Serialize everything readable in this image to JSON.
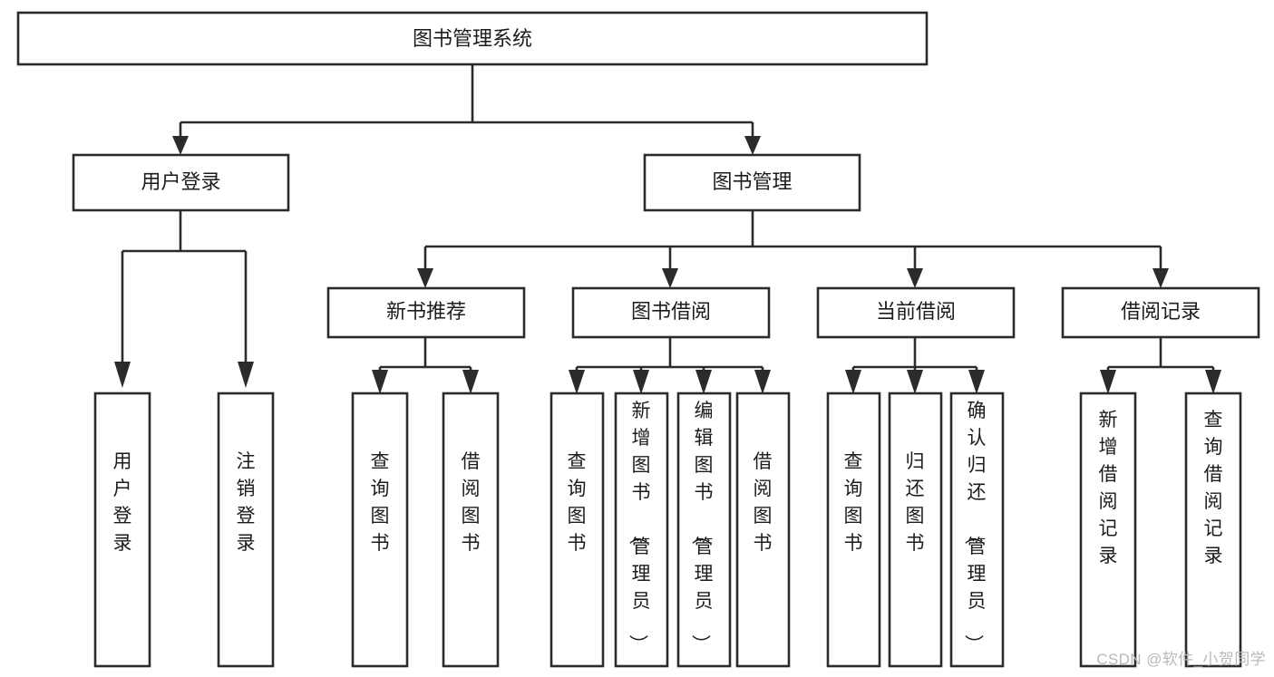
{
  "diagram": {
    "type": "tree",
    "title": "图书管理系统",
    "orientation": "top-down",
    "colors": {
      "stroke": "#2b2b2b",
      "box_fill": "#ffffff",
      "text": "#1c1c1c",
      "background": "#ffffff",
      "watermark": "#b9b9b9"
    },
    "root": {
      "label": "图书管理系统",
      "level": 0
    },
    "level1": [
      {
        "label": "用户登录"
      },
      {
        "label": "图书管理"
      }
    ],
    "level2": [
      {
        "label": "新书推荐",
        "parent": "图书管理"
      },
      {
        "label": "图书借阅",
        "parent": "图书管理"
      },
      {
        "label": "当前借阅",
        "parent": "图书管理"
      },
      {
        "label": "借阅记录",
        "parent": "图书管理"
      }
    ],
    "leaves": {
      "user_login": [
        {
          "label": "用户登录"
        },
        {
          "label": "注销登录"
        }
      ],
      "new_book_recommend": [
        {
          "label": "查询图书"
        },
        {
          "label": "借阅图书"
        }
      ],
      "book_borrow": [
        {
          "label": "查询图书"
        },
        {
          "label": "新增图书（管理员）"
        },
        {
          "label": "编辑图书（管理员）"
        },
        {
          "label": "借阅图书"
        }
      ],
      "current_borrow": [
        {
          "label": "查询图书"
        },
        {
          "label": "归还图书"
        },
        {
          "label": "确认归还（管理员）"
        }
      ],
      "borrow_record": [
        {
          "label": "新增借阅记录"
        },
        {
          "label": "查询借阅记录"
        }
      ]
    }
  },
  "watermark": {
    "text": "CSDN @软件_小贺同学"
  }
}
